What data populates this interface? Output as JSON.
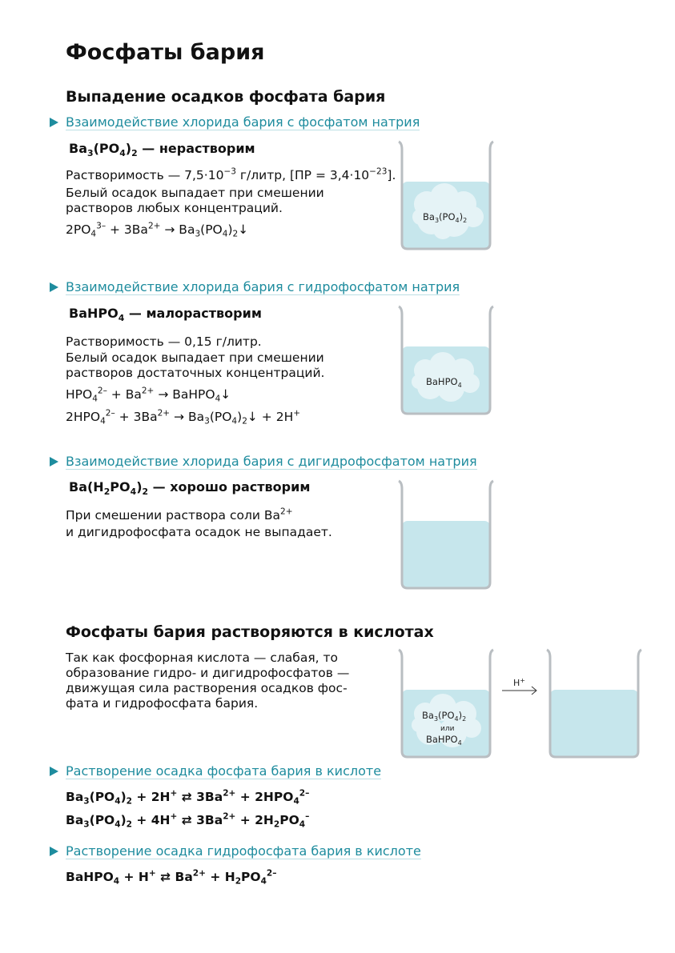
{
  "title": "Фосфаты бария",
  "section1": {
    "heading": "Выпадение осадков фосфата бария",
    "items": [
      {
        "link": "Взаимодействие хлорида бария с фосфатом натрия",
        "subhead_suffix": " — нерастворим",
        "lines": [
          "Белый осадок выпадает при смешении",
          "растворов любых концентраций."
        ],
        "beaker_label": "Ba3(PO4)2"
      },
      {
        "link": "Взаимодействие хлорида бария с гидрофосфатом натрия",
        "subhead_suffix": " — малорастворим",
        "lines": [
          "Растворимость — 0,15 г/литр.",
          "Белый осадок выпадает при смешении",
          "растворов достаточных концентраций."
        ],
        "beaker_label": "BaHPO4"
      },
      {
        "link": "Взаимодействие хлорида бария с дигидрофосфатом натрия",
        "subhead_suffix": " — хорошо растворим",
        "lines": [
          "и дигидрофосфата осадок не выпадает."
        ]
      }
    ]
  },
  "section2": {
    "heading": "Фосфаты бария растворяются в кислотах",
    "lines": [
      "Так как фосфорная кислота — слабая, то",
      "образование гидро- и дигидрофосфатов —",
      "движущая сила растворения осадков фос-",
      "фата и гидрофосфата бария."
    ],
    "beaker_or": "или",
    "links": [
      "Растворение осадка фосфата бария в кислоте",
      "Растворение осадка гидрофосфата бария в кислоте"
    ]
  },
  "colors": {
    "accent": "#1e8c9e",
    "liquid": "#c6e6ec",
    "beaker": "#b9bec2"
  }
}
